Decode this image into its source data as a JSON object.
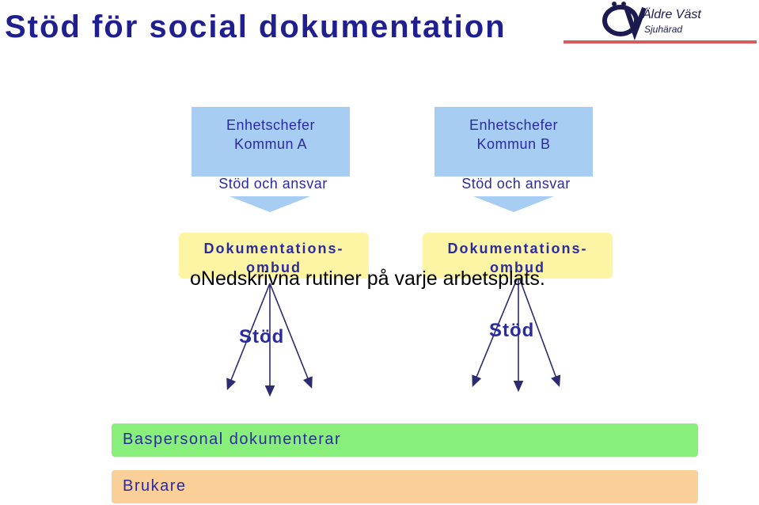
{
  "title": "Stöd för social dokumentation",
  "logo": {
    "mark": "ÖV",
    "name": "Äldre Väst",
    "sub": "Sjuhärad"
  },
  "units": [
    {
      "line1": "Enhetschefer",
      "line2": "Kommun A",
      "support": "Stöd och ansvar"
    },
    {
      "line1": "Enhetschefer",
      "line2": "Kommun B",
      "support": "Stöd och ansvar"
    }
  ],
  "ombud": [
    {
      "line1": "Dokumentations-",
      "line2": "ombud"
    },
    {
      "line1": "Dokumentations-",
      "line2": "ombud"
    }
  ],
  "routine": "oNedskrivna rutiner på varje arbetsplats.",
  "stod": [
    "Stöd",
    "Stöd"
  ],
  "bands": {
    "staff": "Baspersonal dokumenterar",
    "client": "Brukare"
  },
  "colors": {
    "title": "#1f1f8f",
    "unit_box": "#a8cdf3",
    "ombud_box": "#fdf5a3",
    "staff_band": "#88f07a",
    "client_band": "#fbcf98",
    "text": "#2b2ba0"
  }
}
